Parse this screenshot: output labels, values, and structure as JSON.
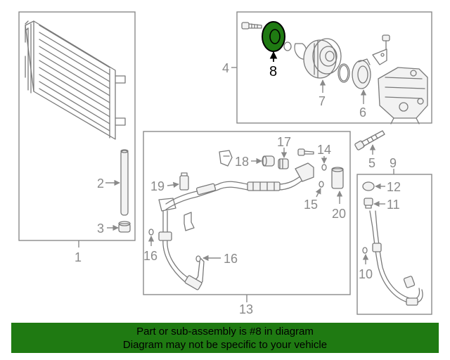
{
  "diagram": {
    "highlighted_part": "8",
    "callouts": {
      "c1": "1",
      "c2": "2",
      "c3": "3",
      "c4": "4",
      "c5": "5",
      "c6": "6",
      "c7": "7",
      "c8": "8",
      "c9": "9",
      "c10": "10",
      "c11": "11",
      "c12": "12",
      "c13": "13",
      "c14": "14",
      "c15": "15",
      "c16a": "16",
      "c16b": "16",
      "c17": "17",
      "c18": "18",
      "c19": "19",
      "c20": "20"
    },
    "colors": {
      "line": "#8a8a8a",
      "highlight_fill": "#1f7a12",
      "highlight_text": "#000000",
      "banner_bg": "#1f7a12"
    }
  },
  "banner": {
    "line1": "Part or sub-assembly is #8 in diagram",
    "line2": "Diagram may not be specific to your vehicle"
  }
}
